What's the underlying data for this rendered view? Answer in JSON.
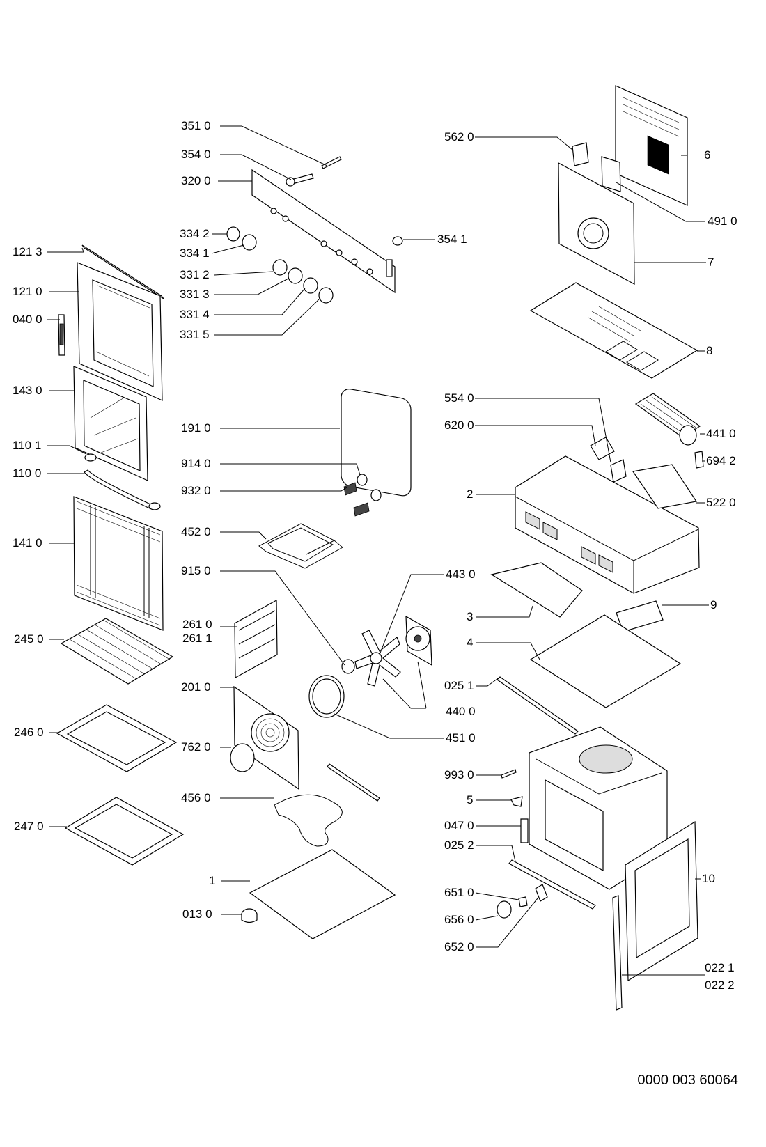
{
  "document_code": "0000 003 60064",
  "labels": [
    "351 0",
    "354 0",
    "320 0",
    "334 2",
    "334 1",
    "354 1",
    "331 2",
    "331 3",
    "331 4",
    "331 5",
    "121 3",
    "121 0",
    "040 0",
    "143 0",
    "110 1",
    "110 0",
    "141 0",
    "245 0",
    "246 0",
    "247 0",
    "191 0",
    "914 0",
    "932 0",
    "452 0",
    "915 0",
    "261 0",
    "261 1",
    "201 0",
    "762 0",
    "456 0",
    "1",
    "013 0",
    "443 0",
    "440 0",
    "451 0",
    "562 0",
    "6",
    "491 0",
    "7",
    "8",
    "554 0",
    "620 0",
    "441 0",
    "694 2",
    "2",
    "522 0",
    "3",
    "9",
    "4",
    "025 1",
    "993 0",
    "5",
    "047 0",
    "025 2",
    "651 0",
    "656 0",
    "652 0",
    "10",
    "022 1",
    "022 2"
  ]
}
